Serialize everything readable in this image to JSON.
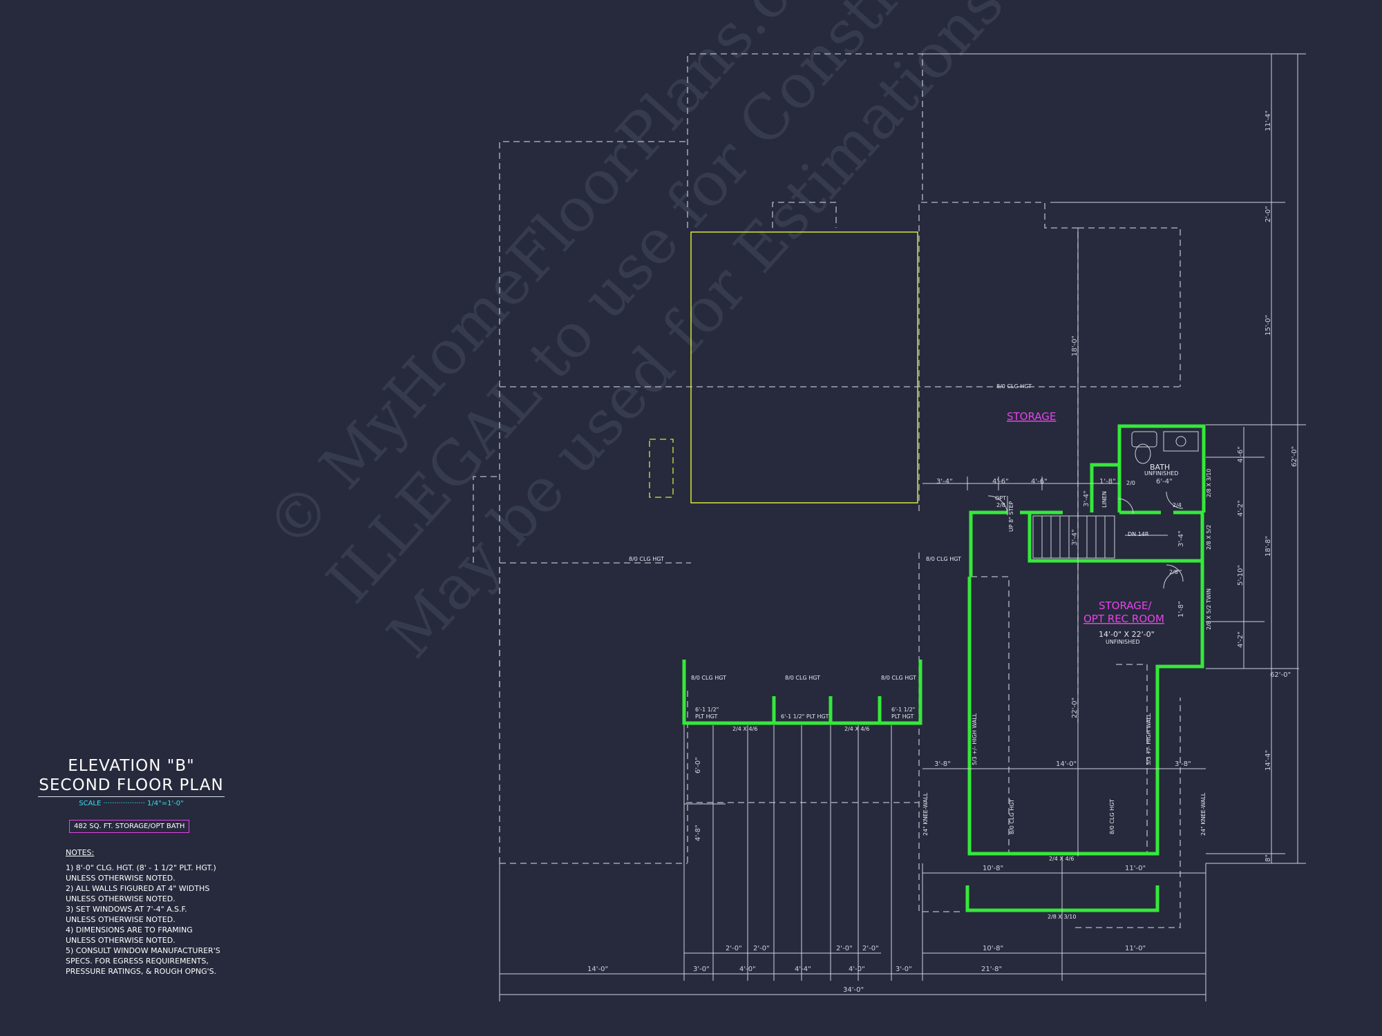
{
  "watermark": {
    "line1": "© MyHomeFloorPlans.com",
    "line2": "ILLEGAL to use for Construction",
    "line3": "May be used for Estimations"
  },
  "title": {
    "line1": "ELEVATION \"B\"",
    "line2": "SECOND FLOOR PLAN",
    "scale_label": "SCALE ··················· 1/4\"=1'-0\"",
    "area": "482 SQ. FT. STORAGE/OPT BATH"
  },
  "notes": {
    "heading": "NOTES:",
    "items": [
      "1) 8'-0\" CLG. HGT. (8' - 1 1/2\" PLT. HGT.)",
      "    UNLESS OTHERWISE NOTED.",
      "2) ALL WALLS FIGURED AT 4\" WIDTHS",
      "    UNLESS OTHERWISE NOTED.",
      "3) SET WINDOWS AT 7'-4\" A.S.F.",
      "    UNLESS OTHERWISE NOTED.",
      "4) DIMENSIONS ARE TO FRAMING",
      "    UNLESS OTHERWISE NOTED.",
      "5) CONSULT WINDOW MANUFACTURER'S",
      "    SPECS. FOR EGRESS REQUIREMENTS,",
      "    PRESSURE RATINGS, & ROUGH OPNG'S."
    ]
  },
  "rooms": {
    "storage": "STORAGE",
    "rec_line1": "STORAGE/",
    "rec_line2": "OPT REC ROOM",
    "rec_size": "14'-0\" X 22'-0\"",
    "rec_note": "UNFINISHED",
    "bath": "BATH",
    "bath_note": "UNFINISHED",
    "linen": "LINEN",
    "opt": "OPT",
    "up_step": "UP 8\" STEP",
    "dn": "DN 14R"
  },
  "labels": {
    "clg": "8/0 CLG HGT",
    "plt": "6'-1 1/2\" PLT HGT",
    "plt_short": "6'-1 1/2\"",
    "plt_hgt": "PLT HGT",
    "knee": "24\" KNEE-WALL",
    "high_wall": "5/3 +/- HIGH WALL",
    "door_20": "2/0",
    "door_24": "2/4",
    "door_28": "2/8",
    "win_246": "2/4 X 4/6",
    "win_2810": "2/8 X 3/10",
    "win_2852": "2/8 X 5/2",
    "win_twin": "2/8 X 5/2 TWIN"
  },
  "dims": {
    "d_14_0": "14'-0\"",
    "d_3_0": "3'-0\"",
    "d_4_0": "4'-0\"",
    "d_4_4": "4'-4\"",
    "d_2_0": "2'-0\"",
    "d_10_8": "10'-8\"",
    "d_11_0": "11'-0\"",
    "d_21_8": "21'-8\"",
    "d_34_0": "34'-0\"",
    "d_3_8": "3'-8\"",
    "d_22_0": "22'-0\"",
    "d_18_0": "18'-0\"",
    "d_6_0": "6'-0\"",
    "d_4_8": "4'-8\"",
    "d_3_4": "3'-4\"",
    "d_4_6": "4'-6\"",
    "d_1_8": "1'-8\"",
    "d_6_4": "6'-4\"",
    "d_11_4": "11'-4\"",
    "d_15_0": "15'-0\"",
    "d_62_0": "62'-0\"",
    "d_4_2": "4'-2\"",
    "d_18_8": "18'-8\"",
    "d_5_10": "5'-10\"",
    "d_14_4": "14'-4\"",
    "d_8": "8\""
  },
  "colors": {
    "background": "#262a3c",
    "wall": "#35e83a",
    "dimension": "#cfd3de",
    "dashed": "#b9bccb",
    "room_label": "#e544e8",
    "scale": "#35e0ef",
    "attic_box": "#d9e63a"
  }
}
